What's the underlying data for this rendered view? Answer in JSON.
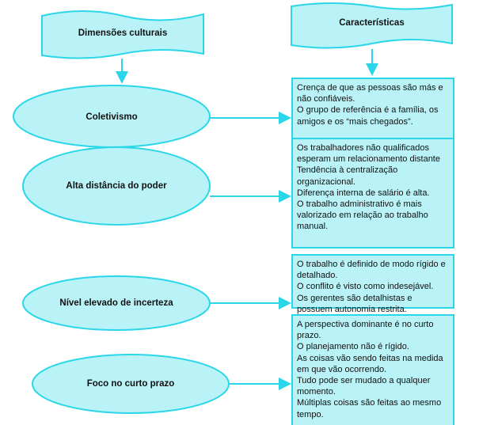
{
  "colors": {
    "fill": "#b9f3f8",
    "stroke": "#2ad6e8"
  },
  "headers": {
    "left": "Dimensões culturais",
    "right": "Características"
  },
  "rows": [
    {
      "dimension": "Coletivismo",
      "characteristics": "Crença de que as pessoas são más e não confiáveis.\nO grupo de referência é a família, os amigos e os “mais chegados”."
    },
    {
      "dimension": "Alta distância do poder",
      "characteristics": "Os trabalhadores não qualificados esperam um relacionamento distante\nTendência à centralização organizacional.\nDiferença interna de salário é alta.\nO trabalho administrativo é mais valorizado em relação ao trabalho manual."
    },
    {
      "dimension": "Nível elevado de incerteza",
      "characteristics": "O trabalho é definido de modo rígido e detalhado.\nO conflito é visto como indesejável.\nOs gerentes são detalhistas e possuem autonomia restrita."
    },
    {
      "dimension": "Foco no curto prazo",
      "characteristics": "A perspectiva dominante é no curto prazo.\n O planejamento não é rígido.\nAs coisas vão sendo feitas na medida em que vão ocorrendo.\nTudo pode ser mudado a qualquer momento.\nMúltiplas coisas são feitas ao mesmo tempo."
    }
  ]
}
